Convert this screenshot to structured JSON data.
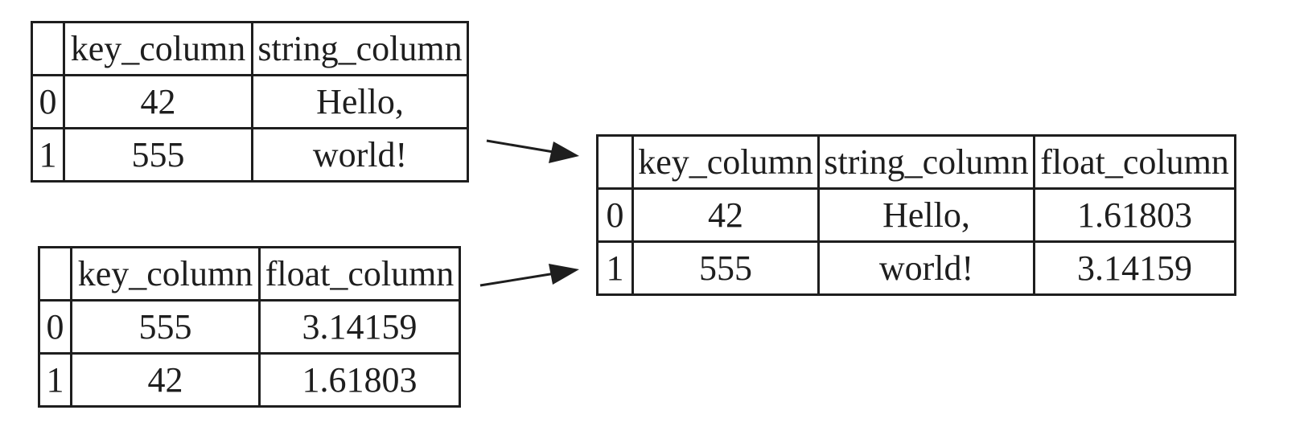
{
  "left_table": {
    "columns": [
      "",
      "key_column",
      "string_column"
    ],
    "rows": [
      [
        "0",
        "42",
        "Hello,"
      ],
      [
        "1",
        "555",
        "world!"
      ]
    ]
  },
  "right_table": {
    "columns": [
      "",
      "key_column",
      "float_column"
    ],
    "rows": [
      [
        "0",
        "555",
        "3.14159"
      ],
      [
        "1",
        "42",
        "1.61803"
      ]
    ]
  },
  "merged_table": {
    "columns": [
      "",
      "key_column",
      "string_column",
      "float_column"
    ],
    "rows": [
      [
        "0",
        "42",
        "Hello,",
        "1.61803"
      ],
      [
        "1",
        "555",
        "world!",
        "3.14159"
      ]
    ]
  },
  "colors": {
    "line": "#1e1e1e",
    "background": "#ffffff"
  }
}
